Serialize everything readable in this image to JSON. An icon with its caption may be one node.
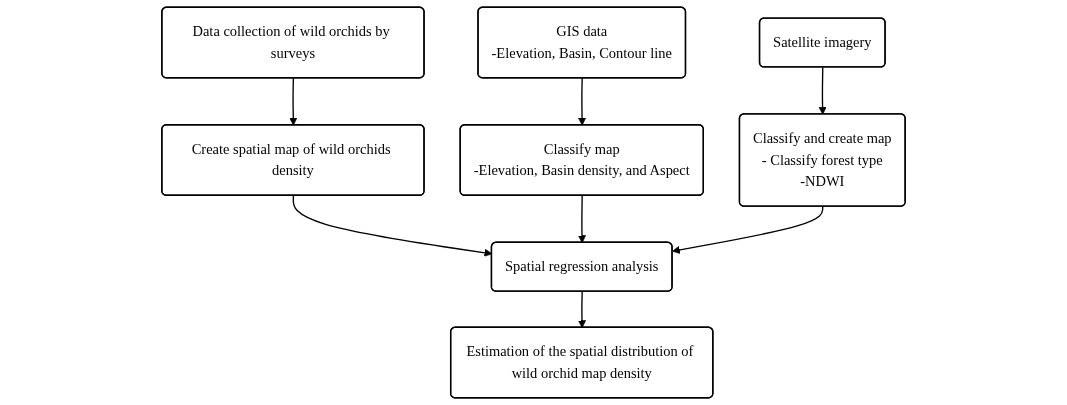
{
  "diagram": {
    "nodes": [
      {
        "text": [
          "Data collection of wild orchids by surveys"
        ]
      },
      {
        "text": [
          "GIS data",
          "-Elevation, Basin, Contour line"
        ]
      },
      {
        "text": [
          "Satellite imagery"
        ]
      },
      {
        "text": [
          "Create spatial map of wild orchids density"
        ]
      },
      {
        "text": [
          "Classify map",
          "-Elevation, Basin density, and Aspect"
        ]
      },
      {
        "text": [
          "Classify and create map",
          "- Classify forest type",
          "-NDWI"
        ]
      },
      {
        "text": [
          "Spatial regression analysis"
        ]
      },
      {
        "text": [
          "Estimation of the spatial distribution of wild orchid map density"
        ]
      }
    ],
    "edges": [
      {
        "from": 0,
        "to": 3,
        "arrow": "to"
      },
      {
        "from": 1,
        "to": 4,
        "arrow": "to"
      },
      {
        "from": 2,
        "to": 5,
        "arrow": "to"
      },
      {
        "from": 3,
        "to": 6,
        "arrow": "to"
      },
      {
        "from": 4,
        "to": 6,
        "arrow": "to"
      },
      {
        "from": 5,
        "to": 6,
        "arrow": "to"
      },
      {
        "from": 6,
        "to": 7,
        "arrow": "to"
      }
    ]
  }
}
